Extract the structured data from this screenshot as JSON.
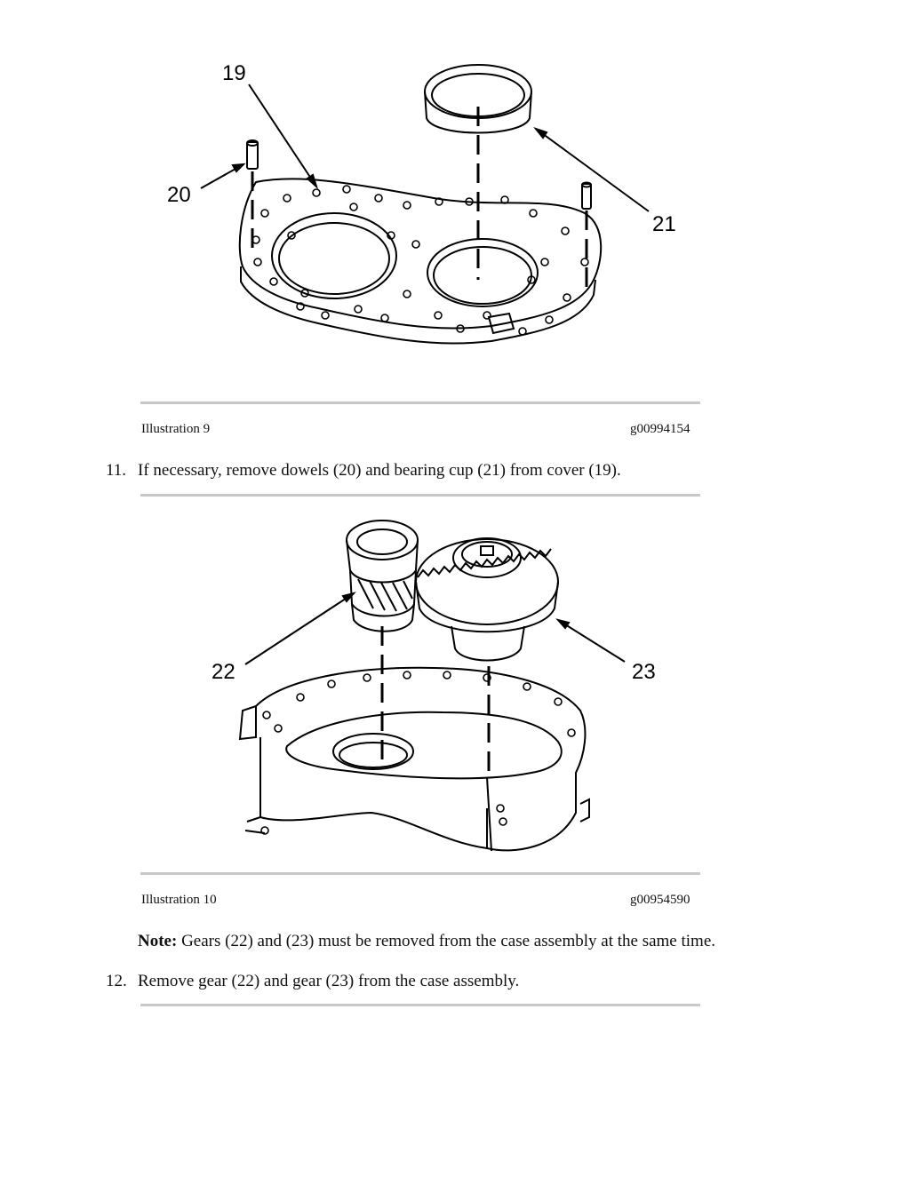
{
  "illustrations": [
    {
      "caption": "Illustration 9",
      "code": "g00994154",
      "callouts": [
        "19",
        "20",
        "21"
      ]
    },
    {
      "caption": "Illustration 10",
      "code": "g00954590",
      "callouts": [
        "22",
        "23"
      ]
    }
  ],
  "steps": [
    {
      "number": "11.",
      "text": "If necessary, remove dowels (20) and bearing cup (21) from cover (19)."
    },
    {
      "number": "12.",
      "text": "Remove gear (22) and gear (23) from the case assembly."
    }
  ],
  "note": {
    "label": "Note:",
    "text": " Gears (22) and (23) must be removed from the case assembly at the same time."
  }
}
